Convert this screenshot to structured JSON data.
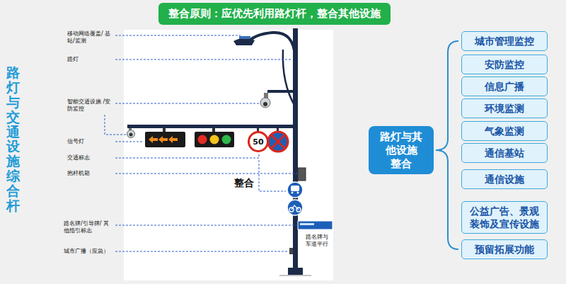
{
  "diagram": {
    "nodes": [
      {
        "text": [
          "整合原则：应优先利用路灯杆，整合其他设施"
        ]
      },
      {
        "text": [
          "50"
        ]
      },
      {
        "text": [
          "路灯与其 他设施 整合"
        ]
      },
      {
        "text": [
          "城市管理监控"
        ]
      },
      {
        "text": [
          "安防监控"
        ]
      },
      {
        "text": [
          "信息广播"
        ]
      },
      {
        "text": [
          "环境监测"
        ]
      },
      {
        "text": [
          "气象监测"
        ]
      },
      {
        "text": [
          "通信基站"
        ]
      },
      {
        "text": [
          "通信设施"
        ]
      },
      {
        "text": [
          "公益广告、景观 装饰及宣传设施"
        ]
      },
      {
        "text": [
          "预留拓展功能"
        ]
      }
    ],
    "labels": [
      "路灯与交通设施综合杆",
      "移动网络覆盖/ 基站/监测",
      "路灯",
      "智能交通设施 /安防监控",
      "信号灯",
      "交通标志",
      "抱杆机箱",
      "路名牌/引导牌/ 其他指引标志",
      "城市广播（应急）",
      "整合",
      "路名牌与 车道平行"
    ]
  }
}
